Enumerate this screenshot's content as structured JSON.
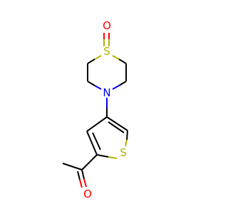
{
  "molecule": {
    "atoms": {
      "s_oxide": {
        "symbol": "S",
        "color": "#b2b200"
      },
      "o_oxide": {
        "symbol": "O",
        "color": "#ff0000"
      },
      "n_ring": {
        "symbol": "N",
        "color": "#0000ff"
      },
      "s_thiophene": {
        "symbol": "S",
        "color": "#b2b200"
      },
      "o_aldehyde": {
        "symbol": "O",
        "color": "#ff0000"
      }
    },
    "bond_color": "#000000"
  }
}
